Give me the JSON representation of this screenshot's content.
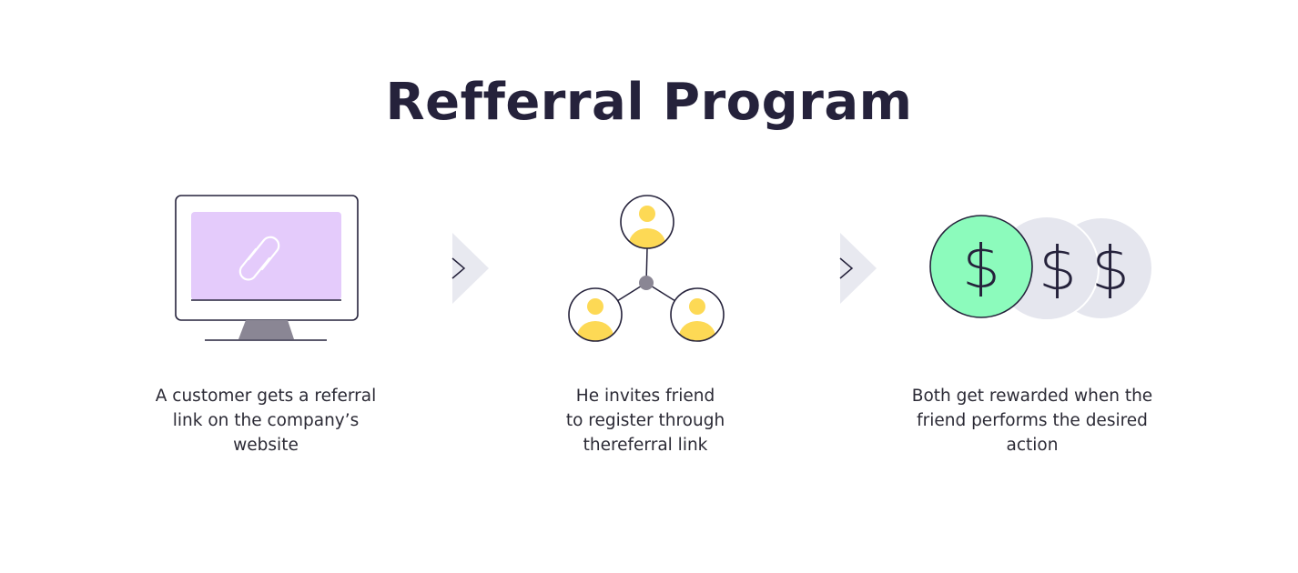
{
  "title": "Refferral Program",
  "steps": [
    {
      "icon": "monitor-link-icon",
      "lines": [
        "A customer gets a referral",
        "link on the company’s",
        "website"
      ]
    },
    {
      "icon": "people-network-icon",
      "lines": [
        "He invites friend",
        "to register through",
        "thereferral link"
      ]
    },
    {
      "icon": "dollar-coins-icon",
      "lines": [
        "Both get rewarded when the",
        "friend performs the desired",
        "action"
      ]
    }
  ],
  "coin_symbol": "$",
  "colors": {
    "title": "#25223b",
    "screen": "#e4cbfb",
    "avatar": "#fdd955",
    "coin": "#8cfbbc",
    "coin_gray": "#e5e6ee",
    "arrow": "#e8e9f0"
  }
}
